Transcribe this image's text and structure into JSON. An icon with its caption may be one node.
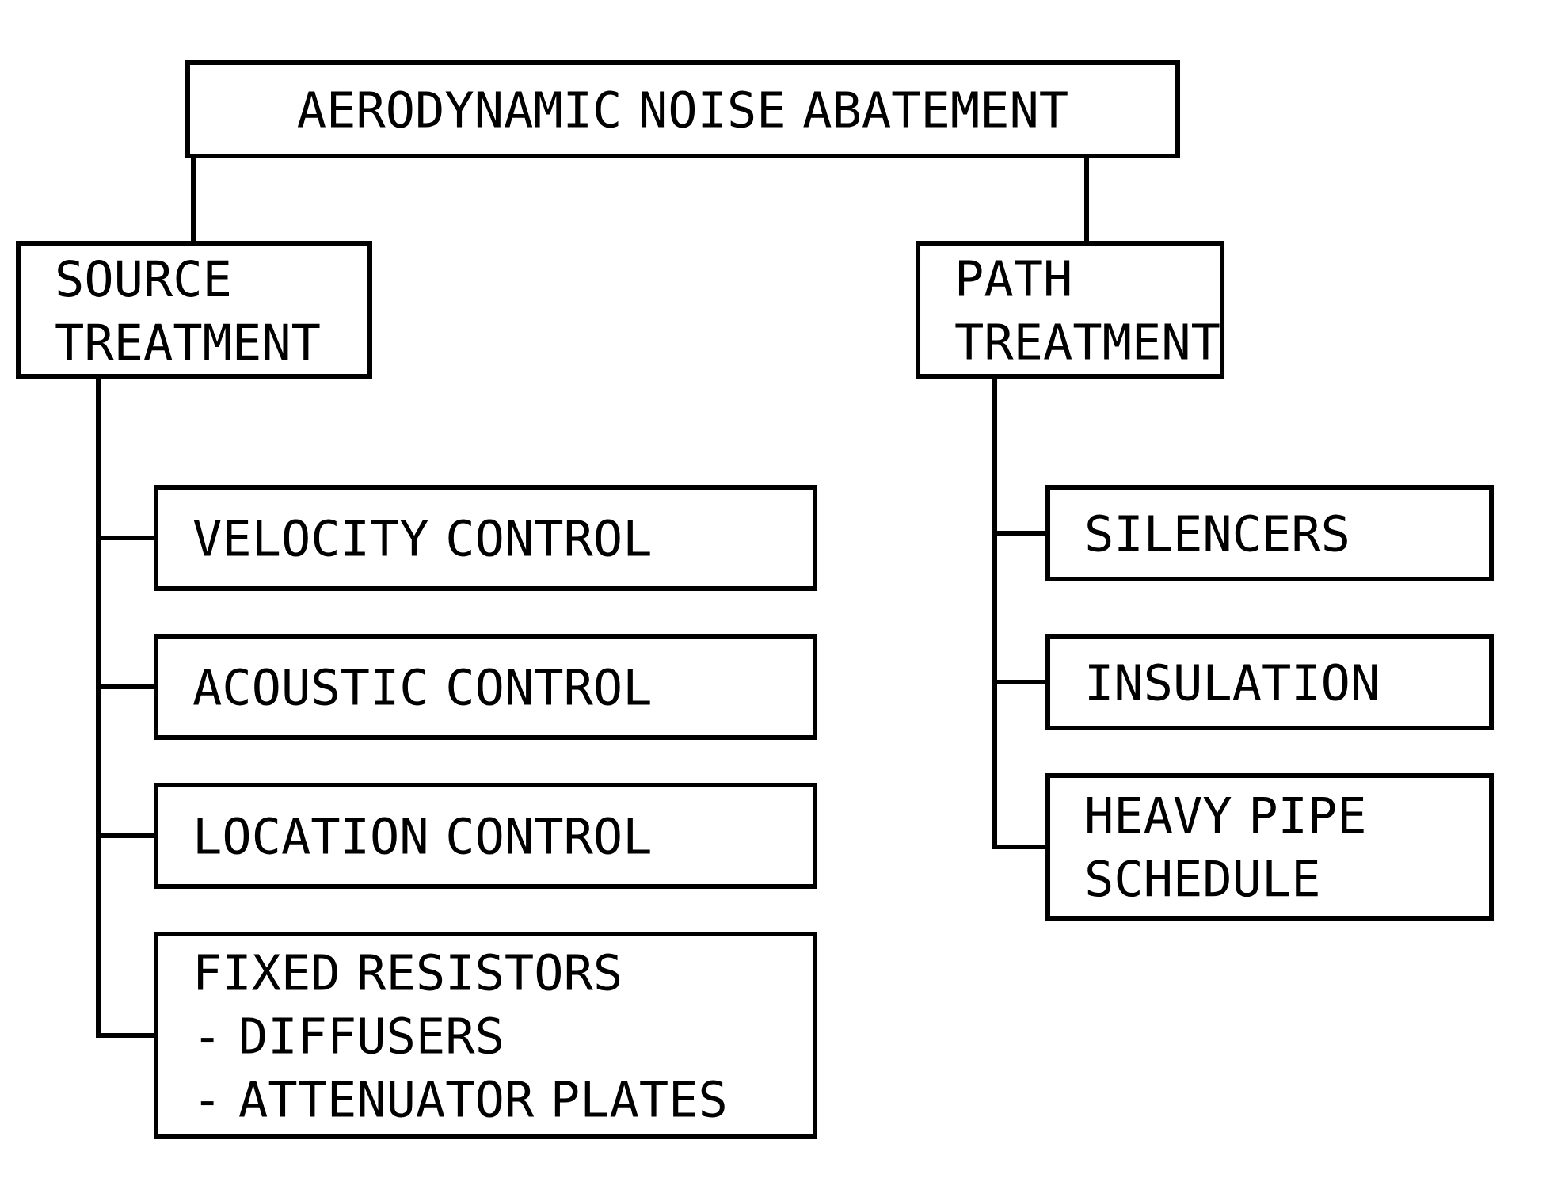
{
  "diagram": {
    "nodes": [
      {
        "text": [
          "AERODYNAMIC NOISE ABATEMENT"
        ]
      },
      {
        "text": [
          "SOURCE TREATMENT"
        ]
      },
      {
        "text": [
          "PATH TREATMENT"
        ]
      },
      {
        "text": [
          "VELOCITY CONTROL"
        ]
      },
      {
        "text": [
          "ACOUSTIC CONTROL"
        ]
      },
      {
        "text": [
          "LOCATION CONTROL"
        ]
      },
      {
        "text": [
          "FIXED RESISTORS",
          "- DIFFUSERS",
          "- ATTENUATOR PLATES"
        ]
      },
      {
        "text": [
          "SILENCERS"
        ]
      },
      {
        "text": [
          "INSULATION"
        ]
      },
      {
        "text": [
          "HEAVY PIPE SCHEDULE"
        ]
      }
    ],
    "edges": [
      {
        "from": 0,
        "to": 1,
        "arrow": "none"
      },
      {
        "from": 0,
        "to": 2,
        "arrow": "none"
      },
      {
        "from": 1,
        "to": 3,
        "arrow": "none"
      },
      {
        "from": 1,
        "to": 4,
        "arrow": "none"
      },
      {
        "from": 1,
        "to": 5,
        "arrow": "none"
      },
      {
        "from": 1,
        "to": 6,
        "arrow": "none"
      },
      {
        "from": 2,
        "to": 7,
        "arrow": "none"
      },
      {
        "from": 2,
        "to": 8,
        "arrow": "none"
      },
      {
        "from": 2,
        "to": 9,
        "arrow": "none"
      }
    ]
  }
}
